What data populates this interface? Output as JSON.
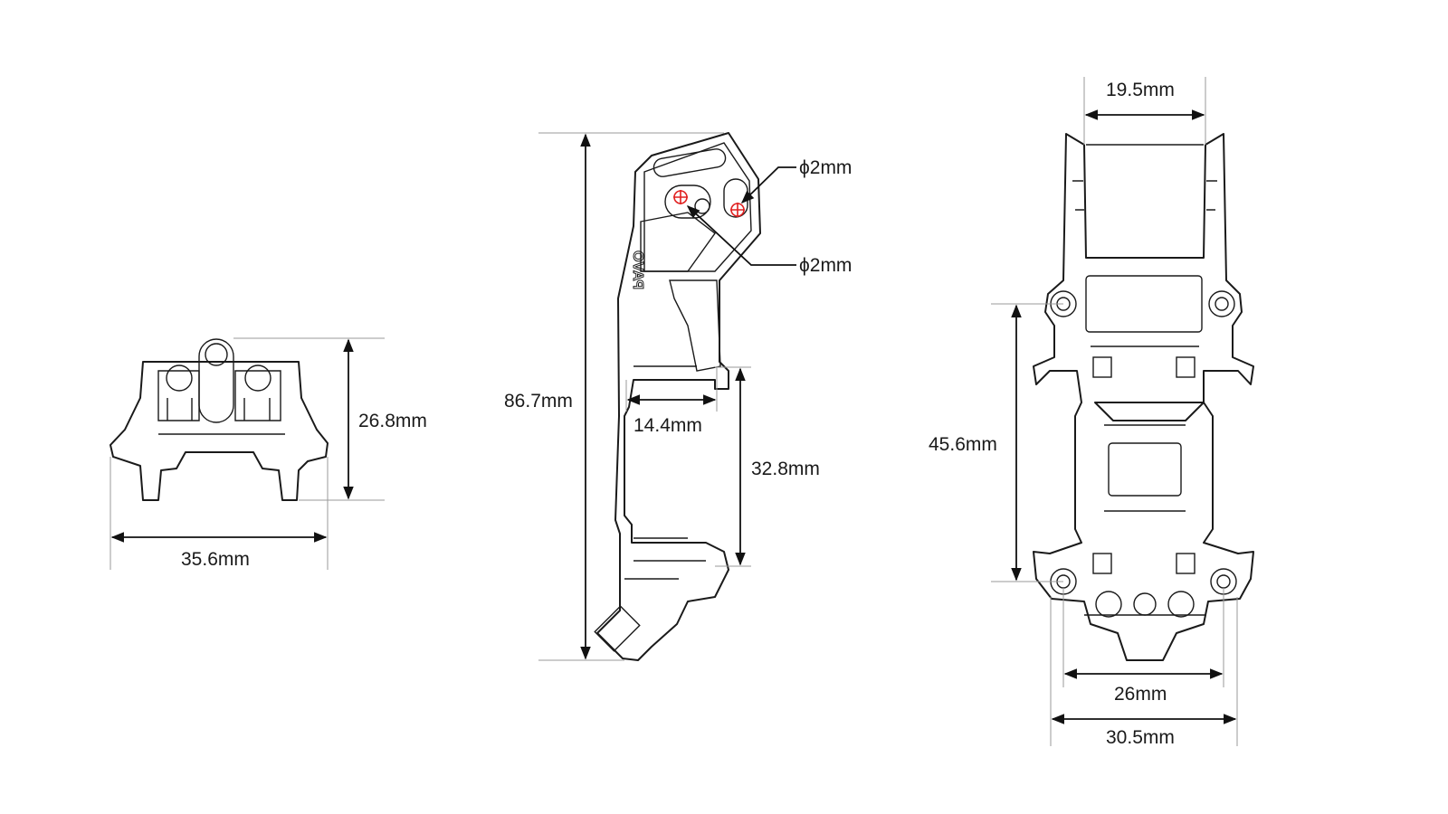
{
  "front_view": {
    "height_label": "26.8mm",
    "width_label": "35.6mm"
  },
  "side_view": {
    "height_label": "86.7mm",
    "depth_label": "14.4mm",
    "spacing_label": "32.8mm",
    "hole_label_1": "ϕ2mm",
    "hole_label_2": "ϕ2mm",
    "logo_text": "PAVO"
  },
  "top_view": {
    "top_width_label": "19.5mm",
    "hole_spacing_label": "45.6mm",
    "inner_width_label": "26mm",
    "outer_width_label": "30.5mm"
  },
  "colors": {
    "line": "#1a1a1a",
    "hole_marker": "#e02020"
  }
}
